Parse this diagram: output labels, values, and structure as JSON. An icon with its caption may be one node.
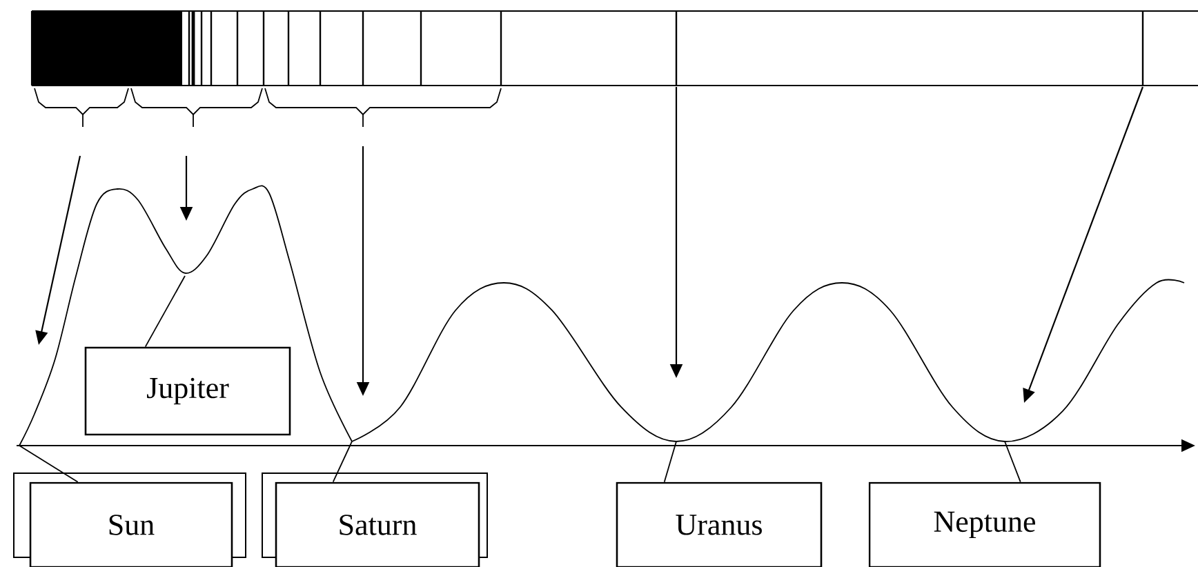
{
  "diagram": {
    "nodes": [
      {
        "text": [
          "Jupiter"
        ]
      },
      {
        "text": [
          "Sun"
        ]
      },
      {
        "text": [
          "Saturn"
        ]
      },
      {
        "text": [
          "Uranus"
        ]
      },
      {
        "text": [
          "Neptune"
        ]
      }
    ],
    "edges": [
      {
        "from": 0,
        "to": null,
        "arrow": "none"
      },
      {
        "from": 1,
        "to": null,
        "arrow": "none"
      },
      {
        "from": 2,
        "to": null,
        "arrow": "none"
      },
      {
        "from": 3,
        "to": null,
        "arrow": "none"
      },
      {
        "from": 4,
        "to": null,
        "arrow": "none"
      }
    ]
  }
}
